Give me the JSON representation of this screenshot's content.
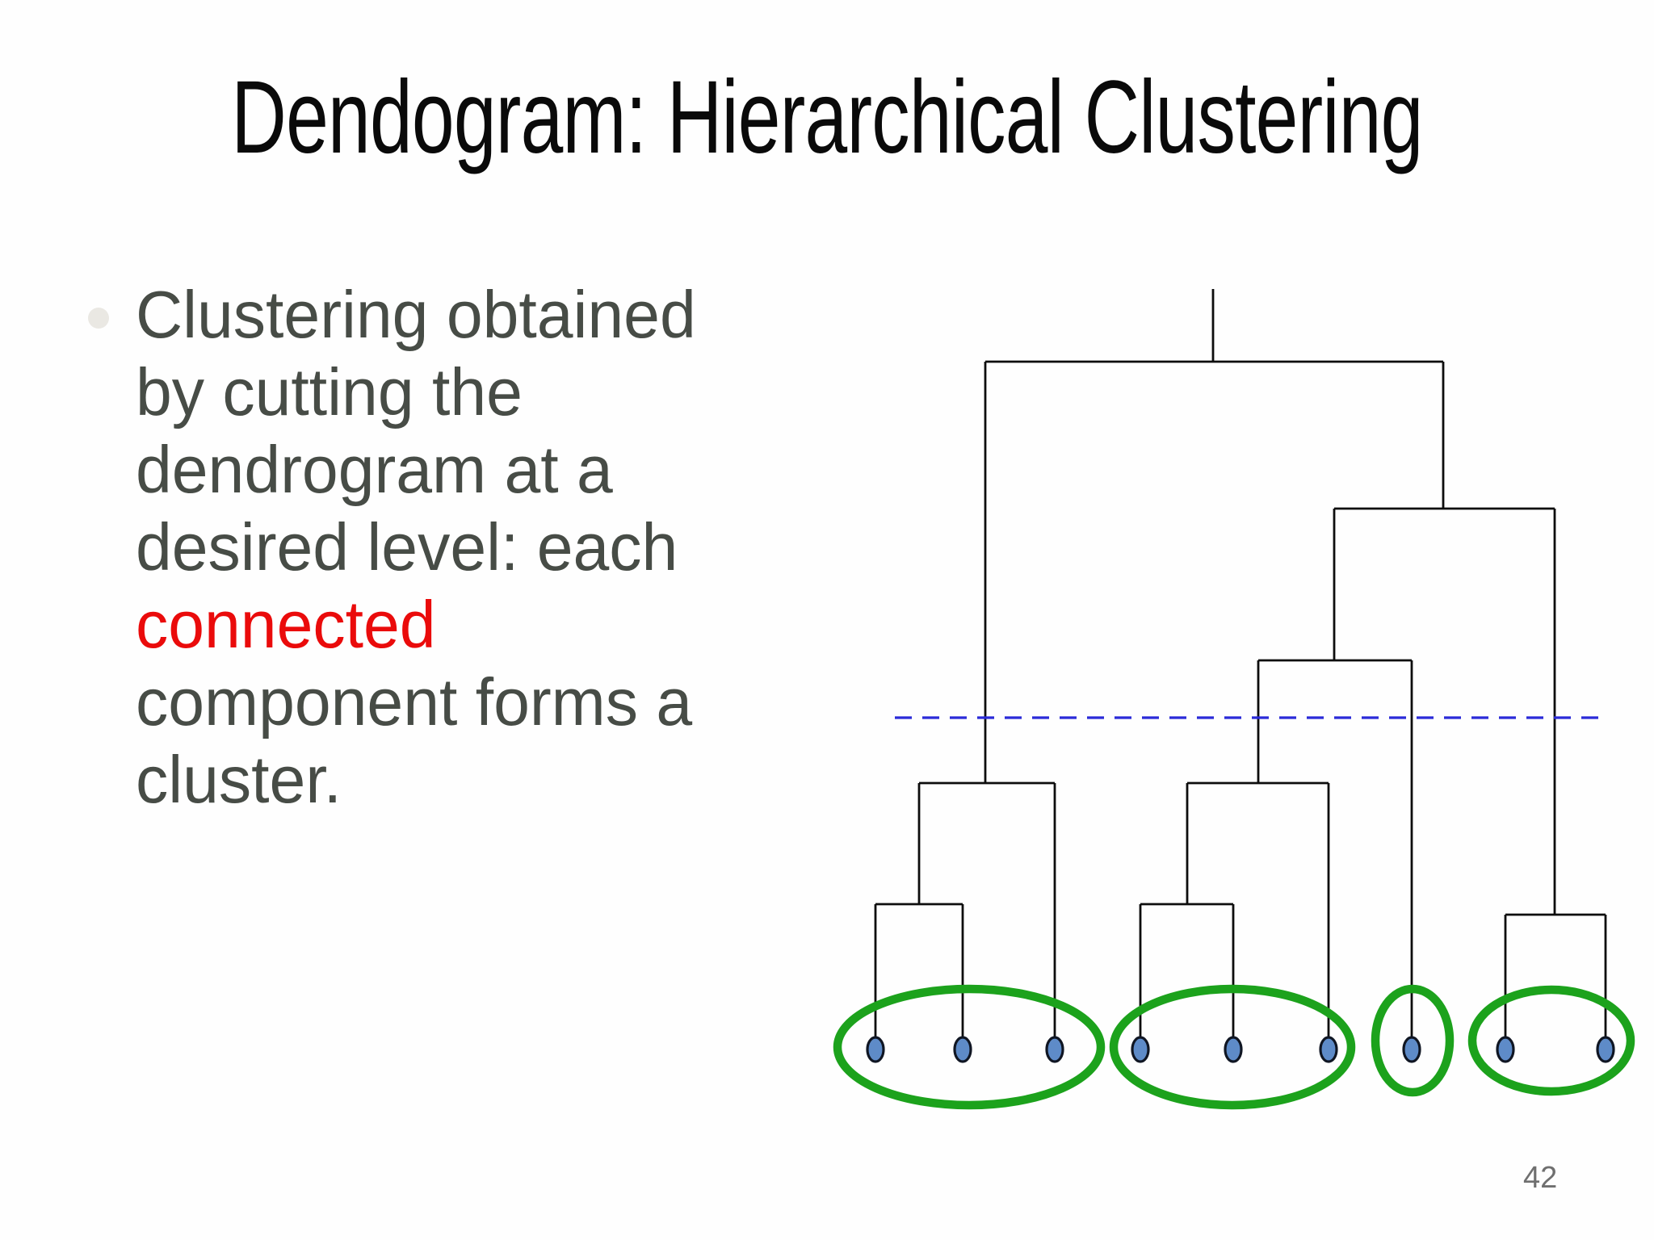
{
  "slide": {
    "title": "Dendogram: Hierarchical Clustering",
    "page_number": "42",
    "bullet": {
      "lines": [
        {
          "text": "Clustering obtained",
          "emphasis": false
        },
        {
          "text": "by cutting the",
          "emphasis": false
        },
        {
          "text": "dendrogram at a",
          "emphasis": false
        },
        {
          "text": "desired level: each",
          "emphasis": false
        },
        {
          "text": "connected",
          "emphasis": true
        },
        {
          "text": "component forms a",
          "emphasis": false
        },
        {
          "text": "cluster.",
          "emphasis": false
        }
      ]
    },
    "colors": {
      "title": "#0a0a0a",
      "text": "#474c46",
      "emphasis": "#ea0b0b",
      "bullet_marker": "#eae8e3",
      "tree_line": "#0d0d0d",
      "cut_line": "#2a2ad8",
      "cluster_outline": "#1ca21c",
      "leaf_fill": "#5e8bc8",
      "leaf_stroke": "#101623",
      "page_number": "#6f6f6f"
    }
  },
  "dendrogram": {
    "description": "Hierarchical clustering dendrogram with 9 unlabeled leaves; a dashed horizontal cut line crosses the tree; green ellipses mark the 4 resulting clusters of 3, 3, 1 and 2 leaves.",
    "segments": [
      [
        1502,
        358,
        1502,
        448
      ],
      [
        1220,
        448,
        1787,
        448
      ],
      [
        1220,
        448,
        1220,
        970
      ],
      [
        1787,
        448,
        1787,
        630
      ],
      [
        1138,
        970,
        1306,
        970
      ],
      [
        1138,
        970,
        1138,
        1120
      ],
      [
        1306,
        970,
        1306,
        1300
      ],
      [
        1084,
        1120,
        1192,
        1120
      ],
      [
        1084,
        1120,
        1084,
        1300
      ],
      [
        1192,
        1120,
        1192,
        1300
      ],
      [
        1652,
        630,
        1925,
        630
      ],
      [
        1652,
        630,
        1652,
        818
      ],
      [
        1925,
        630,
        1925,
        1133
      ],
      [
        1558,
        818,
        1748,
        818
      ],
      [
        1558,
        818,
        1558,
        970
      ],
      [
        1748,
        818,
        1748,
        1300
      ],
      [
        1470,
        970,
        1645,
        970
      ],
      [
        1470,
        970,
        1470,
        1120
      ],
      [
        1645,
        970,
        1645,
        1300
      ],
      [
        1412,
        1120,
        1527,
        1120
      ],
      [
        1412,
        1120,
        1412,
        1300
      ],
      [
        1527,
        1120,
        1527,
        1300
      ],
      [
        1864,
        1133,
        1988,
        1133
      ],
      [
        1864,
        1133,
        1864,
        1300
      ],
      [
        1988,
        1133,
        1988,
        1300
      ]
    ],
    "leaves": [
      [
        1084,
        1300
      ],
      [
        1192,
        1300
      ],
      [
        1306,
        1300
      ],
      [
        1412,
        1300
      ],
      [
        1527,
        1300
      ],
      [
        1645,
        1300
      ],
      [
        1748,
        1300
      ],
      [
        1864,
        1300
      ],
      [
        1988,
        1300
      ]
    ],
    "leaf_rx": 10,
    "leaf_ry": 15,
    "cut_line": [
      1108,
      889,
      1982,
      889
    ],
    "clusters": [
      [
        1200,
        1297,
        163,
        72
      ],
      [
        1526,
        1297,
        147,
        72
      ],
      [
        1749,
        1289,
        46,
        64
      ],
      [
        1921,
        1289,
        98,
        63
      ]
    ],
    "clusters_leaf_counts": [
      3,
      3,
      1,
      2
    ]
  }
}
